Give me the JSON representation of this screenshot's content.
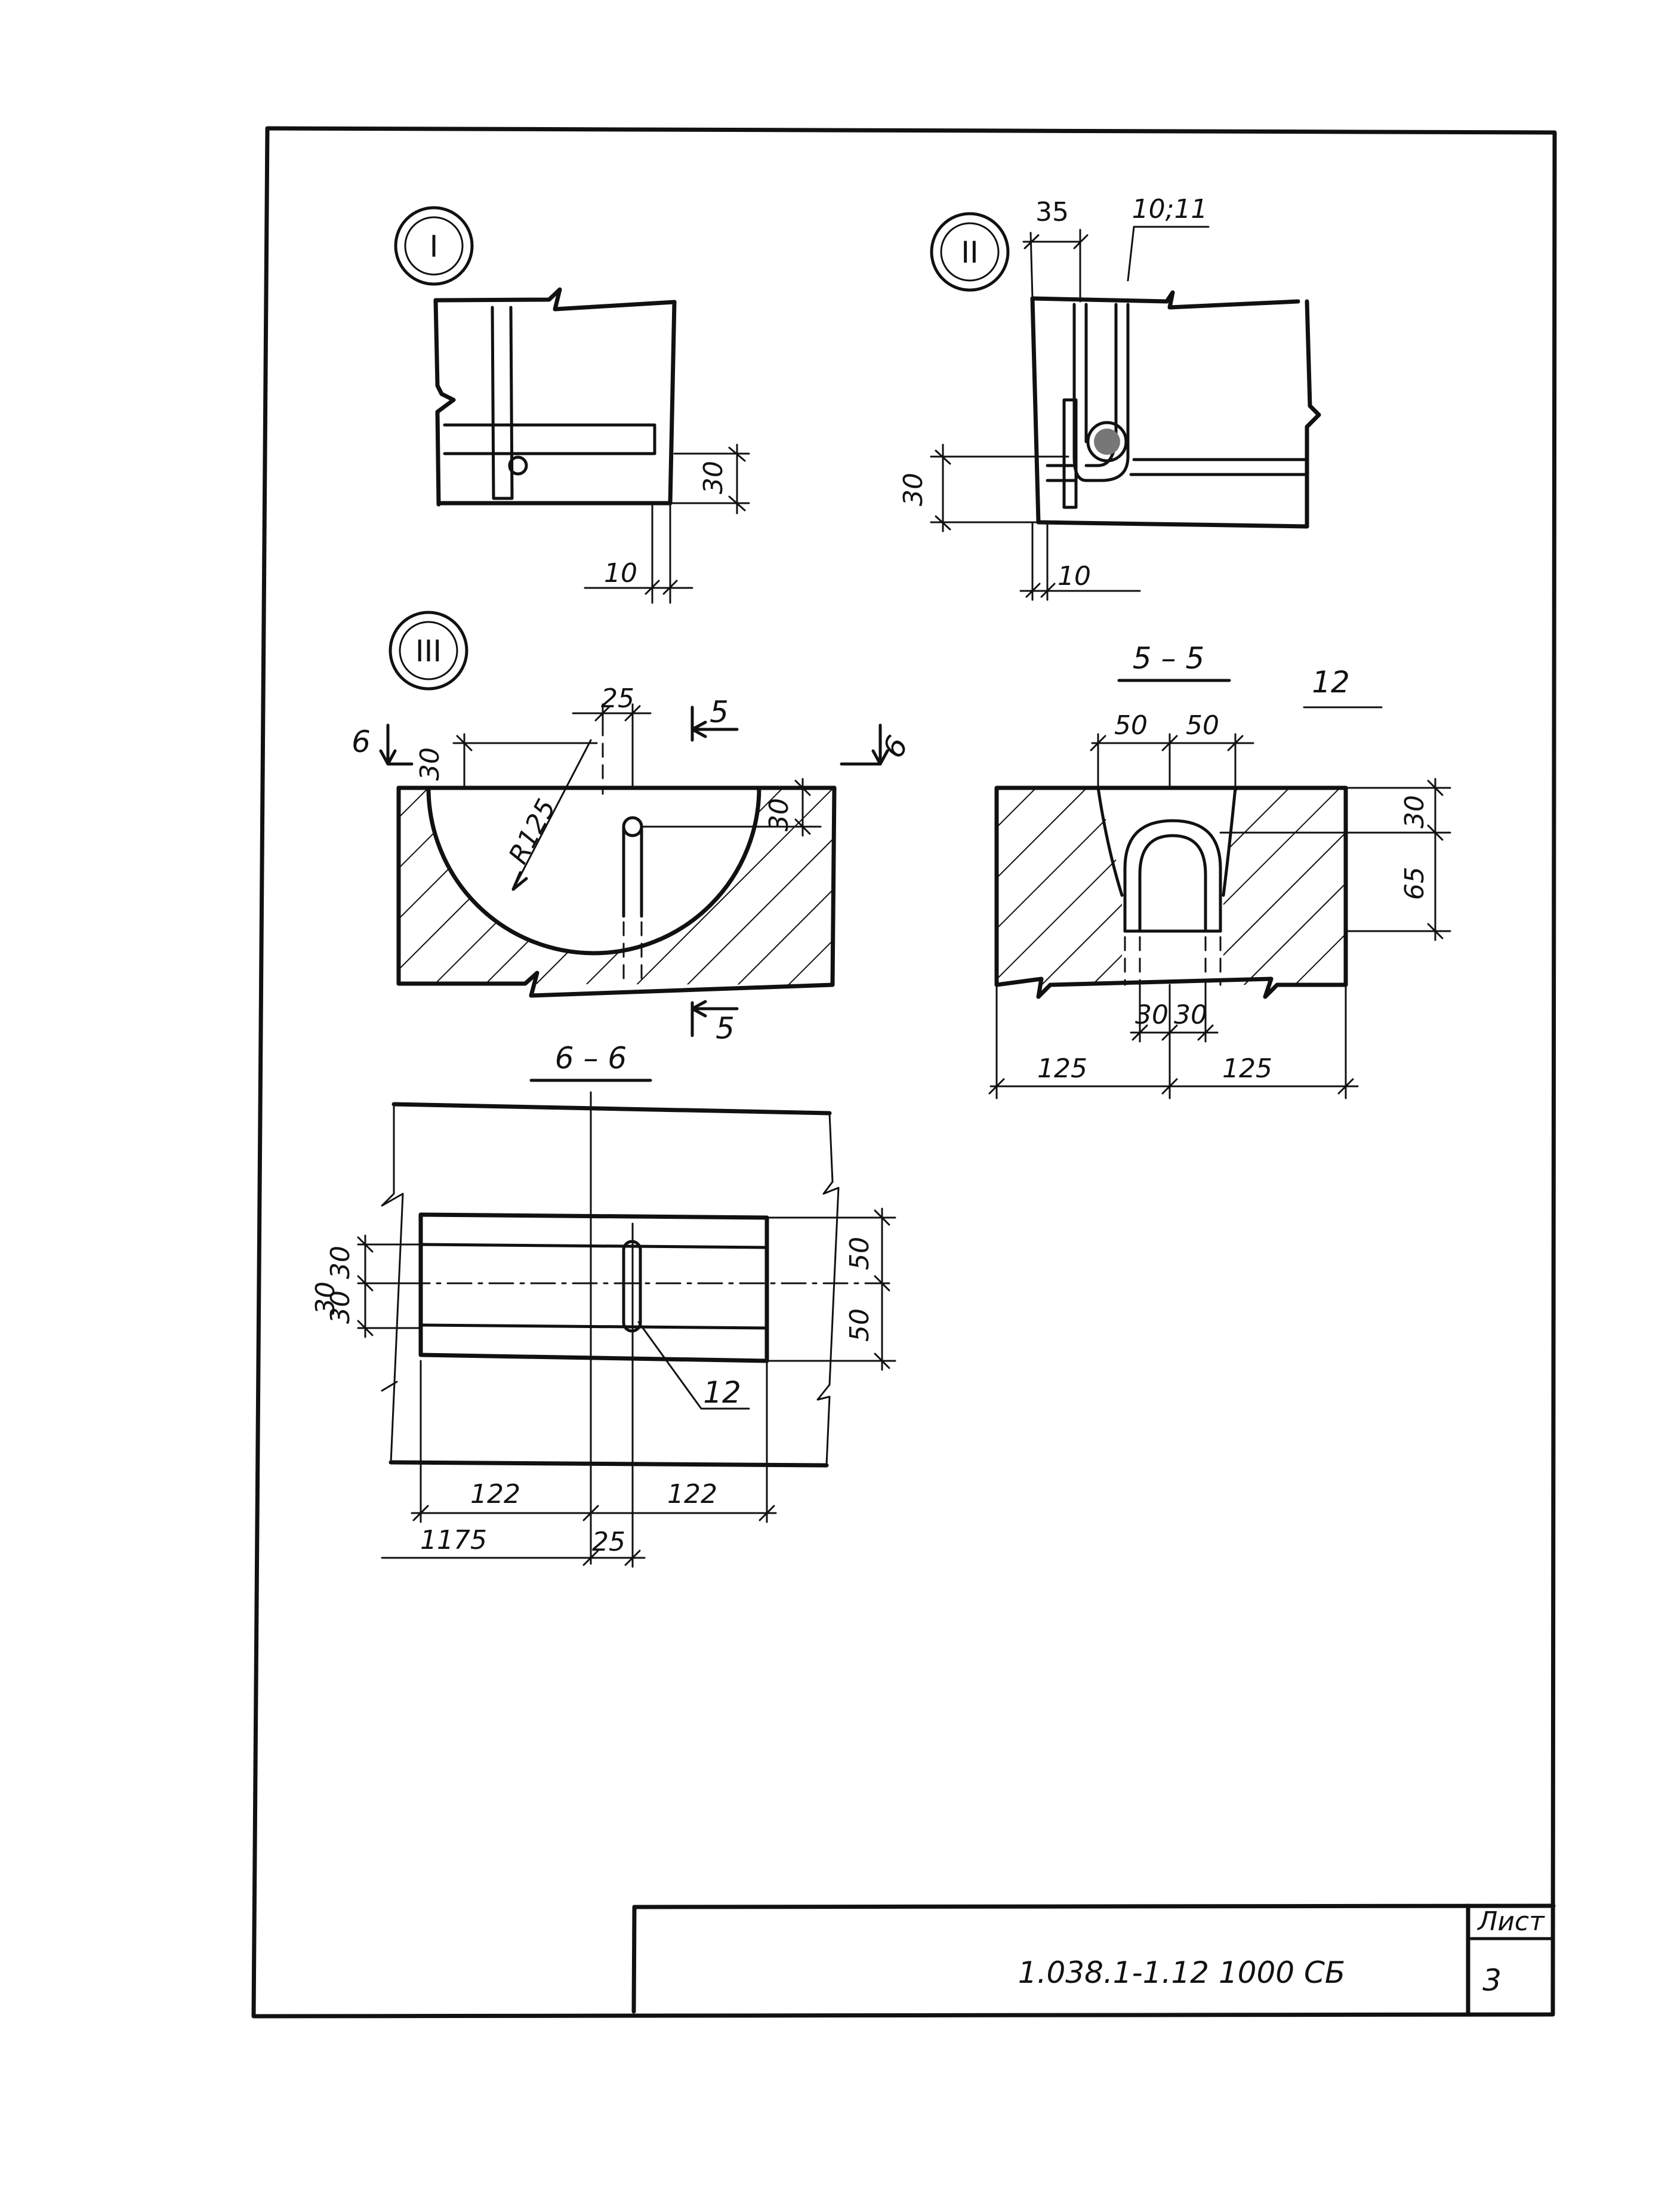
{
  "callouts": {
    "detail_1": "I",
    "detail_2": "II",
    "detail_3": "III"
  },
  "detail_1": {
    "dim_30": "30",
    "dim_10": "10"
  },
  "detail_2": {
    "dim_35": "35",
    "bar_ref": "10;11",
    "dim_30": "30",
    "dim_10": "10"
  },
  "detail_3": {
    "dim_25": "25",
    "dim_30_left": "30",
    "dim_30_right": "30",
    "radius": "R125",
    "section_5_top": "5",
    "section_5_bottom": "5",
    "section_6_left": "6",
    "section_6_right": "6"
  },
  "section_5_5": {
    "title": "5 – 5",
    "ref": "12",
    "dim_50_left": "50",
    "dim_50_right": "50",
    "dim_30_right": "30",
    "dim_65": "65",
    "dim_30_bl": "30",
    "dim_30_br": "30",
    "dim_125_left": "125",
    "dim_125_right": "125"
  },
  "section_6_6": {
    "title": "6 – 6",
    "dim_30_a": "30",
    "dim_30_b": "30",
    "dim_30_c": "30",
    "dim_50_top": "50",
    "dim_50_bottom": "50",
    "ref": "12",
    "dim_122_left": "122",
    "dim_122_right": "122",
    "dim_1175": "1175",
    "dim_25": "25"
  },
  "title_block": {
    "doc_code": "1.038.1-1.12 1000 СБ",
    "sheet_label": "Лист",
    "sheet_number": "3"
  }
}
